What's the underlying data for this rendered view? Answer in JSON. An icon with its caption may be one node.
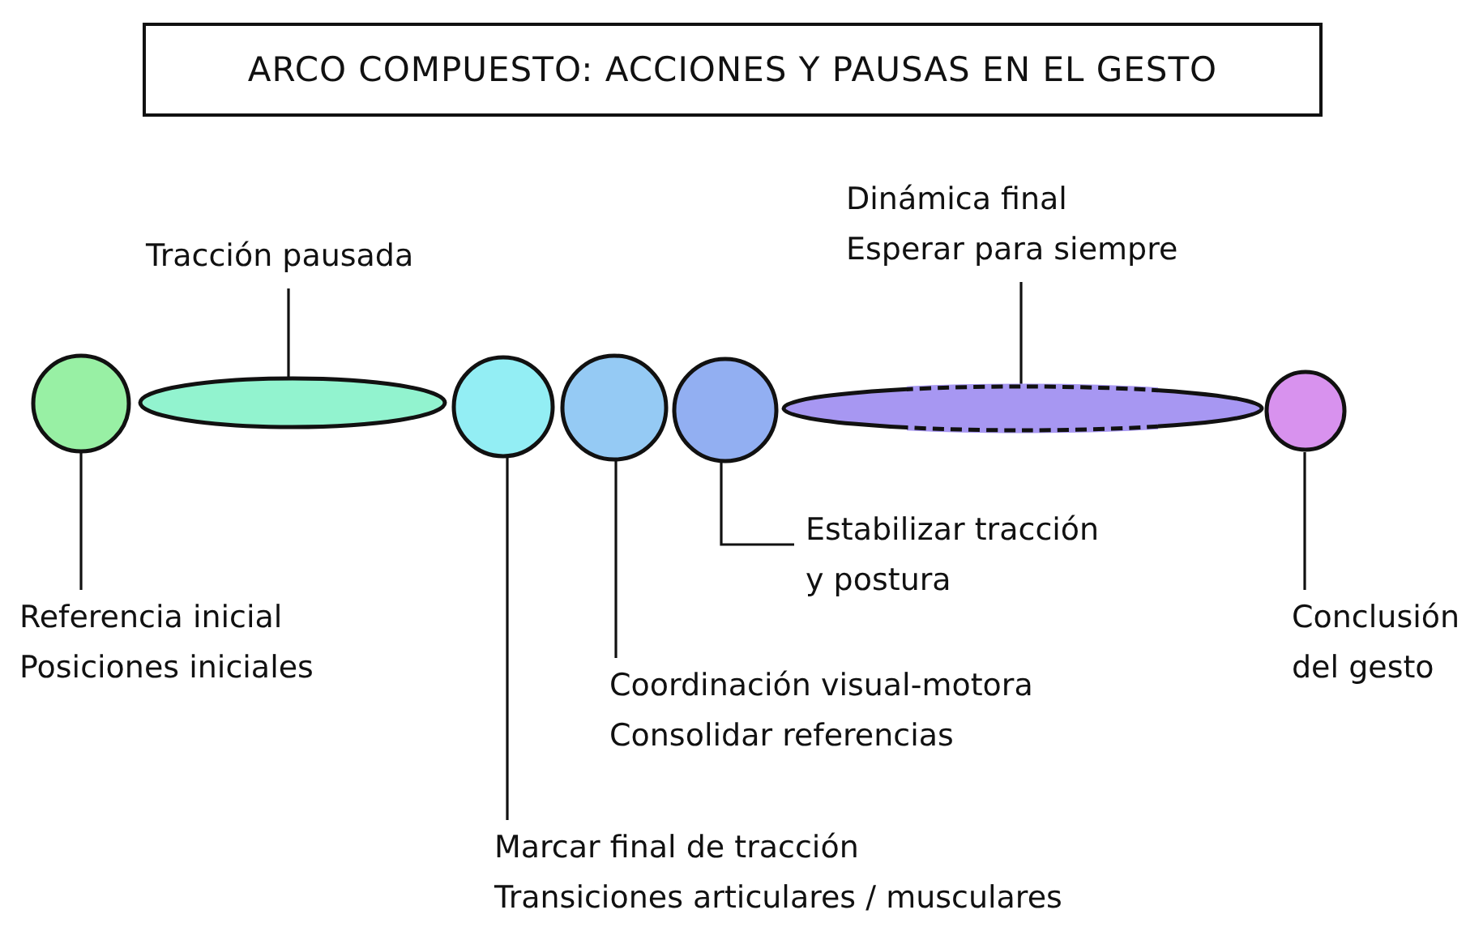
{
  "diagram": {
    "title": "ARCO COMPUESTO: ACCIONES Y PAUSAS EN EL GESTO",
    "nodes": [
      {
        "text": [
          "Tracción pausada"
        ]
      },
      {
        "text": [
          "Dinámica final",
          "Esperar para siempre"
        ]
      },
      {
        "text": [],
        "shape": "circle"
      },
      {
        "text": [],
        "shape": "ellipse"
      },
      {
        "text": [],
        "shape": "circle"
      },
      {
        "text": [],
        "shape": "circle"
      },
      {
        "text": [],
        "shape": "circle"
      },
      {
        "text": [],
        "shape": "ellipse"
      },
      {
        "text": [],
        "shape": "circle"
      },
      {
        "text": [
          "Referencia inicial",
          "Posiciones iniciales"
        ]
      },
      {
        "text": [
          "Estabilizar tracción y postura"
        ]
      },
      {
        "text": [
          "Conclusión del gesto"
        ]
      },
      {
        "text": [
          "Coordinación visual-motora",
          "Consolidar referencias"
        ]
      },
      {
        "text": [
          "Marcar final de tracción",
          "Transiciones articulares / musculares"
        ]
      }
    ],
    "edges": [
      {
        "from": 0,
        "to": 3,
        "arrow": "none"
      },
      {
        "from": 1,
        "to": 7,
        "arrow": "none"
      },
      {
        "from": 9,
        "to": 2,
        "arrow": "none"
      },
      {
        "from": 13,
        "to": 4,
        "arrow": "none"
      },
      {
        "from": 12,
        "to": 5,
        "arrow": "none"
      },
      {
        "from": 10,
        "to": 6,
        "arrow": "none"
      },
      {
        "from": 11,
        "to": 8,
        "arrow": "none"
      }
    ]
  }
}
